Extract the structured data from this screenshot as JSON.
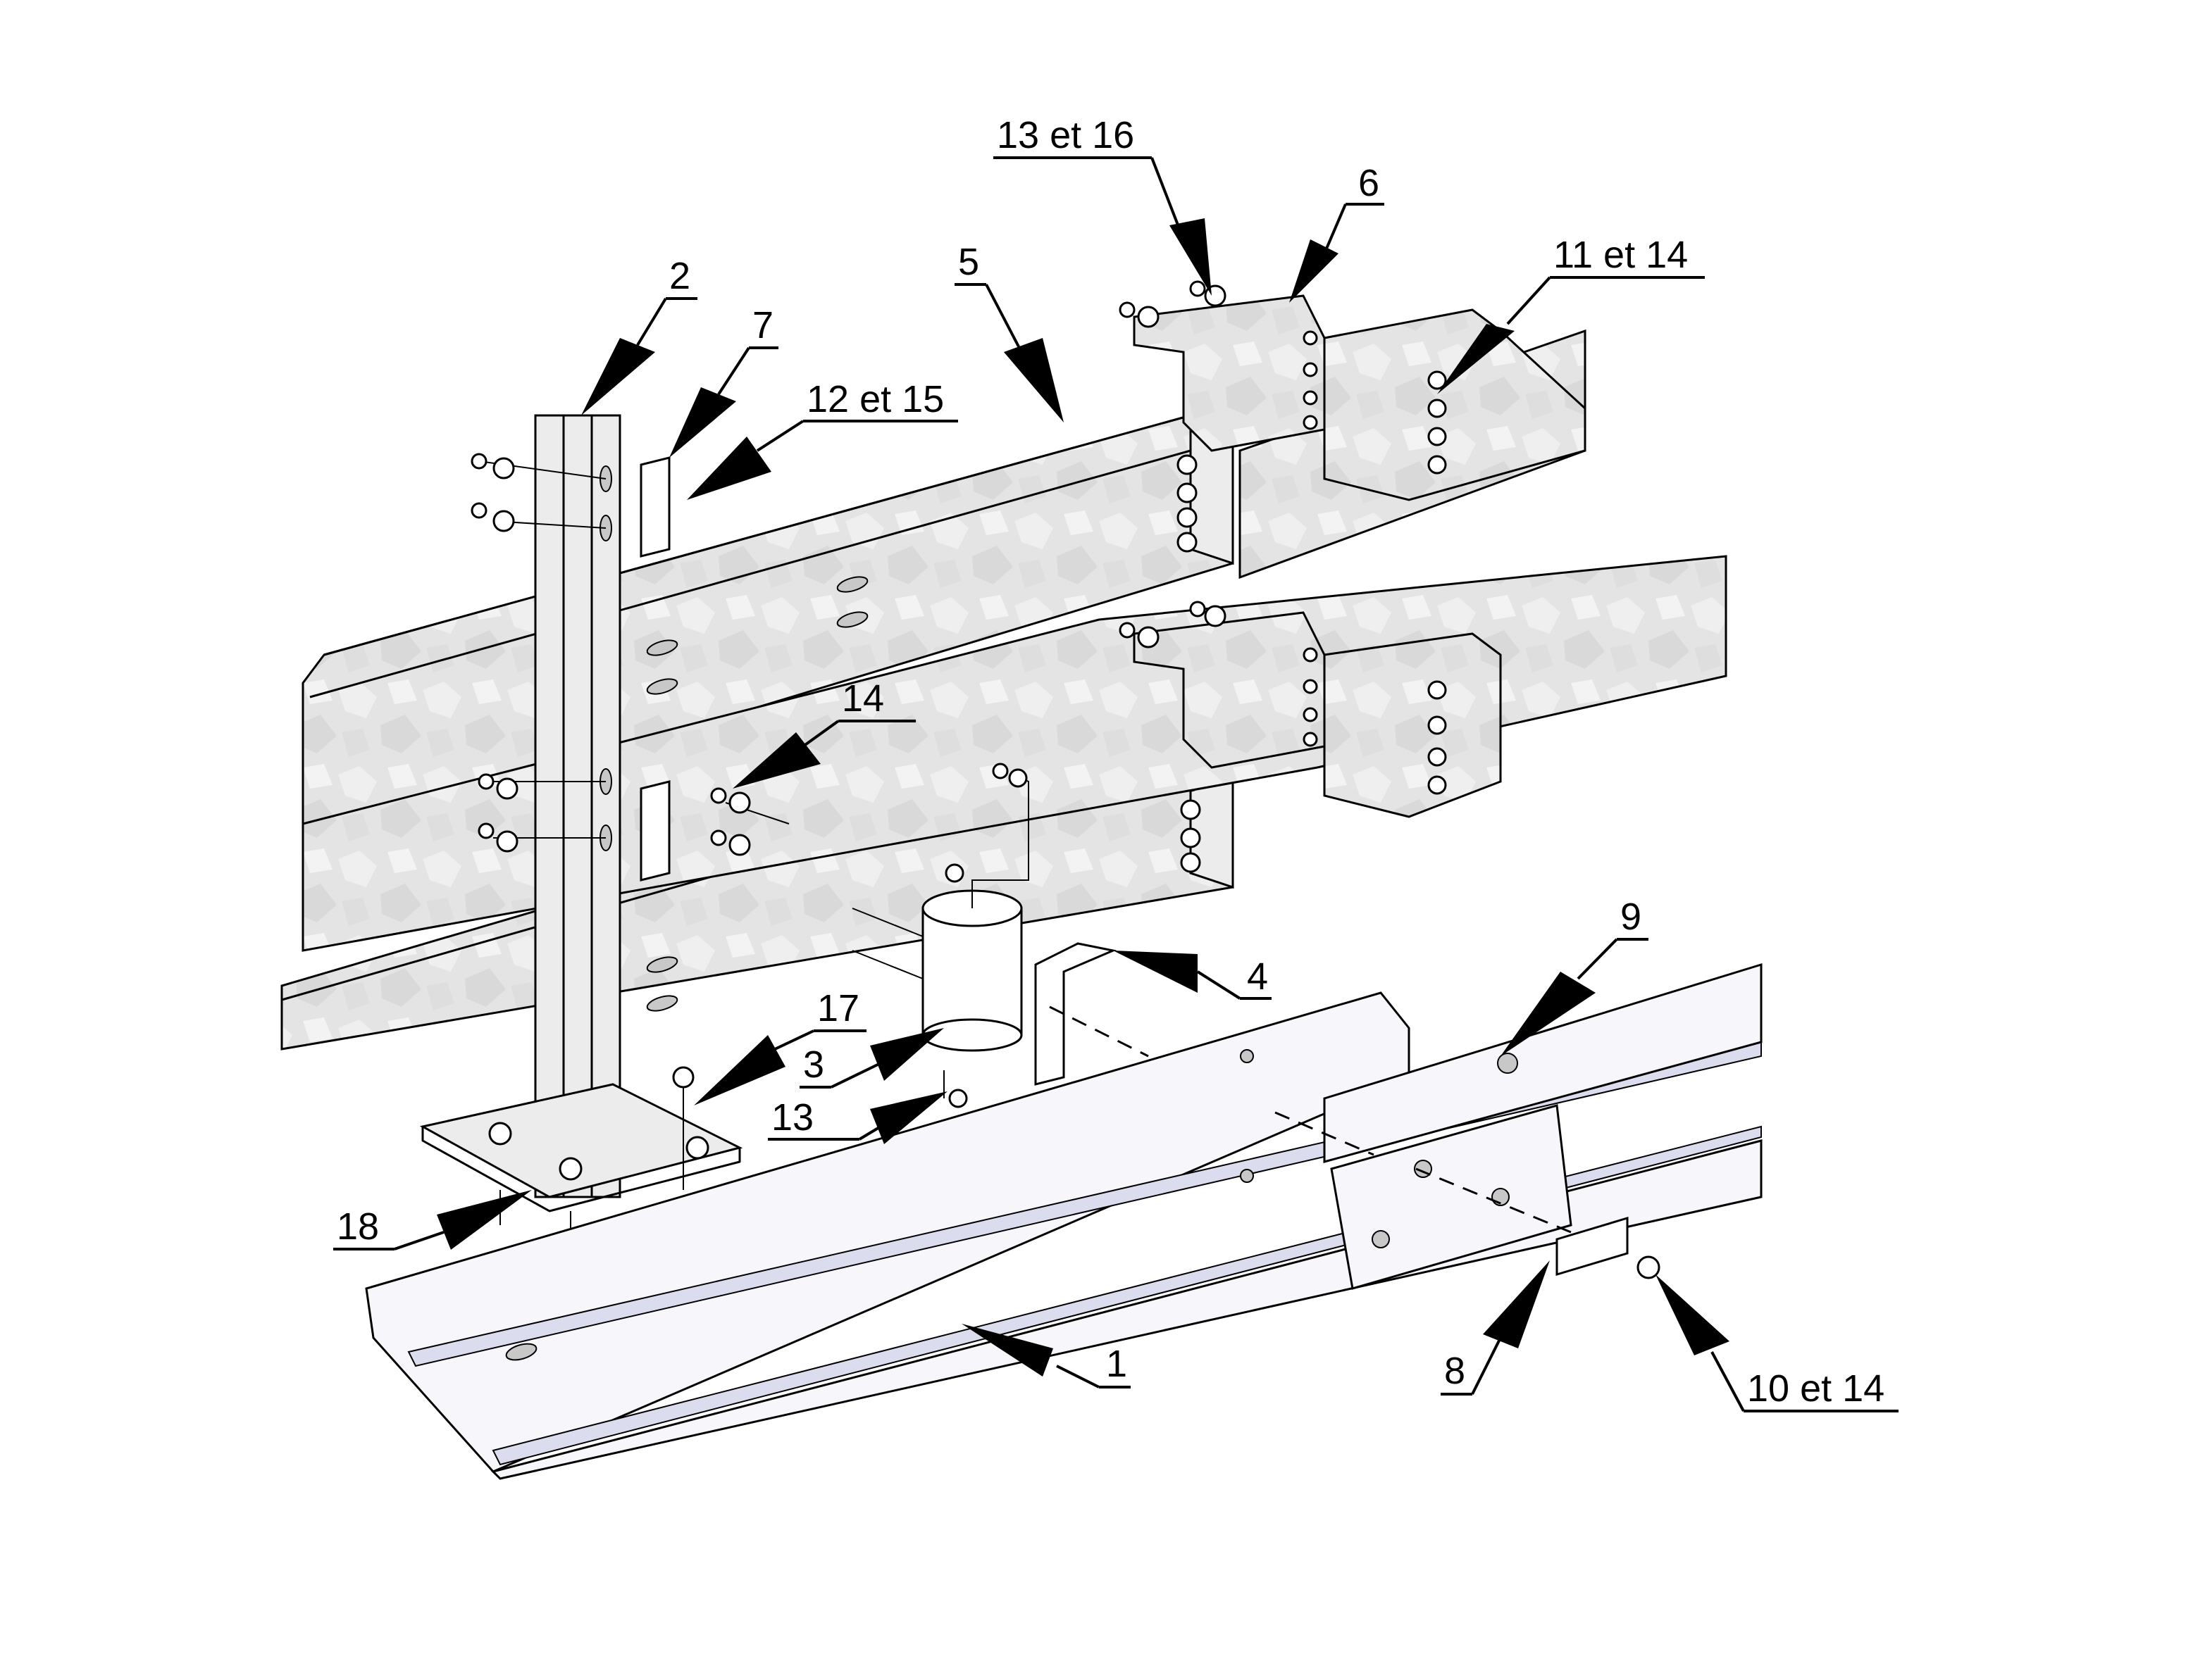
{
  "callouts": [
    {
      "id": "c-1",
      "label": "1"
    },
    {
      "id": "c-2",
      "label": "2"
    },
    {
      "id": "c-3",
      "label": "3"
    },
    {
      "id": "c-4",
      "label": "4"
    },
    {
      "id": "c-5",
      "label": "5"
    },
    {
      "id": "c-6",
      "label": "6"
    },
    {
      "id": "c-7",
      "label": "7"
    },
    {
      "id": "c-8",
      "label": "8"
    },
    {
      "id": "c-9",
      "label": "9"
    },
    {
      "id": "c-10-14",
      "label": "10 et 14"
    },
    {
      "id": "c-11-14",
      "label": "11 et 14"
    },
    {
      "id": "c-12-15",
      "label": "12 et 15"
    },
    {
      "id": "c-13-16",
      "label": "13 et 16"
    },
    {
      "id": "c-13",
      "label": "13"
    },
    {
      "id": "c-14",
      "label": "14"
    },
    {
      "id": "c-17",
      "label": "17"
    },
    {
      "id": "c-18",
      "label": "18"
    }
  ],
  "colors": {
    "line": "#000000",
    "galvanized": "#e6e6e6",
    "rail_highlight": "#dcdcef",
    "background": "#ffffff"
  }
}
